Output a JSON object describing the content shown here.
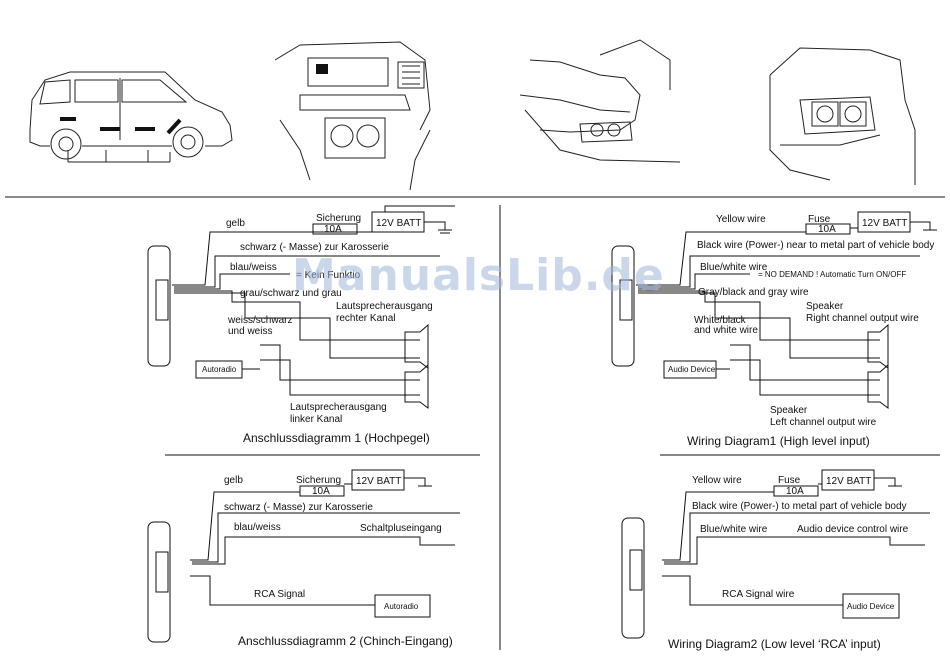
{
  "watermark": "ManualsLib.de",
  "de1": {
    "wire_yellow": "gelb",
    "fuse_label": "Sicherung",
    "fuse_value": "10A",
    "battery": "12V BATT",
    "ground_wire": "schwarz (- Masse) zur Karosserie",
    "blue_wire": "blau/weiss",
    "blue_note": "= Kein Funktio",
    "gray_wire": "grau/schwarz und grau",
    "white_wire_1": "weiss/schwarz",
    "white_wire_2": "und weiss",
    "spk_right_1": "Lautsprecherausgang",
    "spk_right_2": "rechter Kanal",
    "spk_left_1": "Lautsprecherausgang",
    "spk_left_2": "linker Kanal",
    "source": "Autoradio",
    "caption": "Anschlussdiagramm 1 (Hochpegel)"
  },
  "en1": {
    "wire_yellow": "Yellow wire",
    "fuse_label": "Fuse",
    "fuse_value": "10A",
    "battery": "12V BATT",
    "ground_wire": "Black wire  (Power-)  near to metal part of vehicle body",
    "blue_wire": "Blue/white wire",
    "blue_note": "= NO DEMAND ! Automatic Turn ON/OFF",
    "gray_wire": "Gray/black and gray wire",
    "white_wire_1": "White/black",
    "white_wire_2": "and white wire",
    "spk_right_1": "Speaker",
    "spk_right_2": "Right channel output wire",
    "spk_left_1": "Speaker",
    "spk_left_2": "Left channel output wire",
    "source": "Audio Device",
    "caption": "Wiring Diagram1 (High level input)"
  },
  "de2": {
    "wire_yellow": "gelb",
    "fuse_label": "Sicherung",
    "fuse_value": "10A",
    "battery": "12V BATT",
    "ground_wire": "schwarz (- Masse) zur Karosserie",
    "blue_wire": "blau/weiss",
    "control": "Schaltpluseingang",
    "rca": "RCA Signal",
    "source": "Autoradio",
    "caption": "Anschlussdiagramm 2 (Chinch-Eingang)"
  },
  "en2": {
    "wire_yellow": "Yellow wire",
    "fuse_label": "Fuse",
    "fuse_value": "10A",
    "battery": "12V BATT",
    "ground_wire": "Black wire  (Power-)  to metal part of vehicle body",
    "blue_wire": "Blue/white wire",
    "control": "Audio device control wire",
    "rca": "RCA Signal wire",
    "source": "Audio Device",
    "caption": "Wiring Diagram2 (Low level ‘RCA’ input)"
  }
}
